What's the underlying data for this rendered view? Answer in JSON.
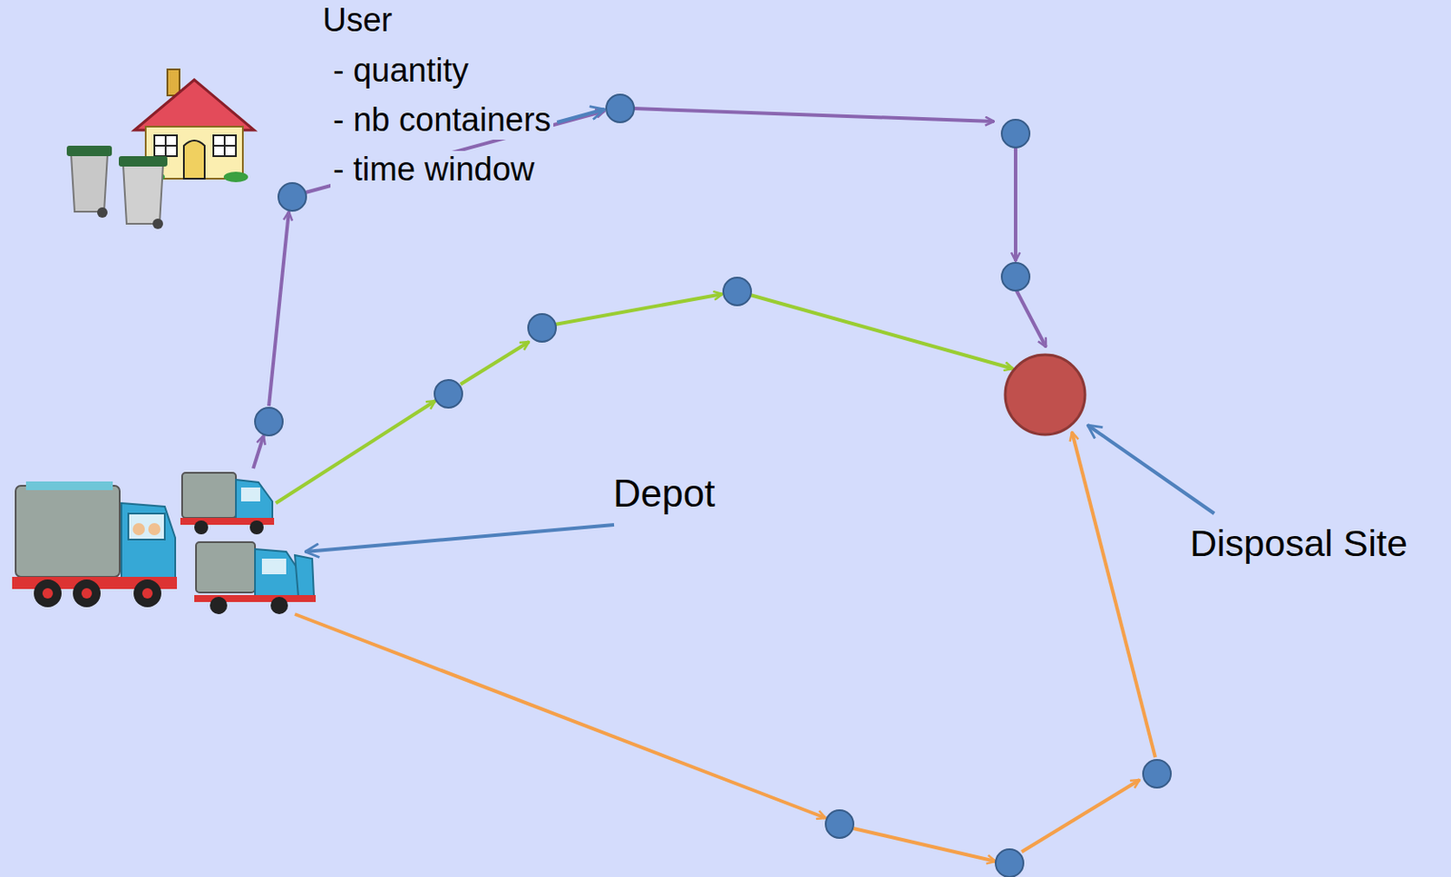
{
  "diagram": {
    "labels": [
      "User",
      "- quantity",
      "- nb containers",
      "- time window",
      "Depot",
      "Disposal Site"
    ]
  }
}
